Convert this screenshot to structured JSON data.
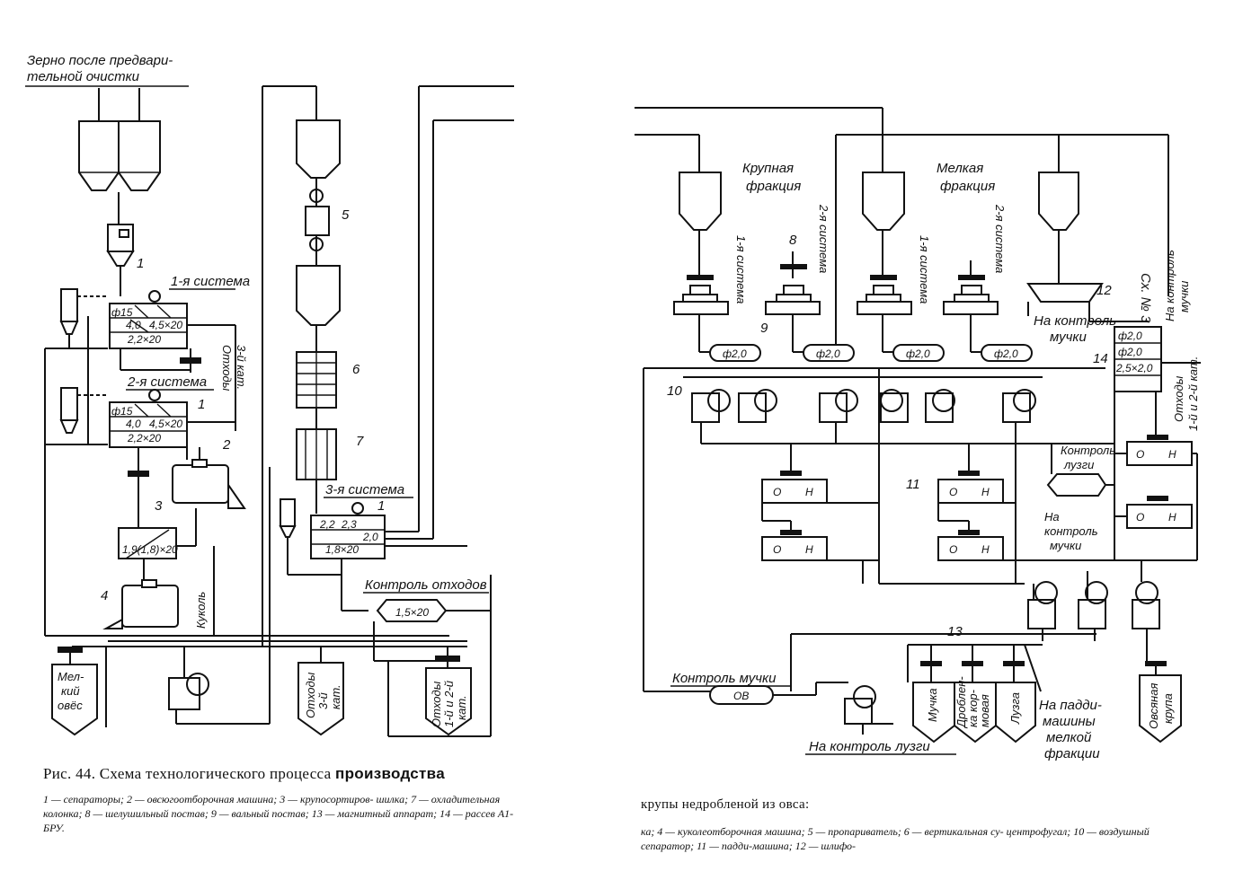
{
  "left_scheme": {
    "grain_input": [
      "Зерно после предвари-",
      "тельной очистки"
    ],
    "system1": "1-я система",
    "system2": "2-я система",
    "system3": "3-я система",
    "sep1_sieves": [
      "ф15",
      "4,0",
      "4,5×20",
      "2,2×20"
    ],
    "sep2_sieves": [
      "ф15",
      "4,0",
      "4,5×20",
      "2,2×20"
    ],
    "sep3_sieves": [
      "2,2",
      "2,3",
      "2,0",
      "1,8×20"
    ],
    "sorter_sieves": "1,9(1,8)×20",
    "waste3_label": [
      "Отходы",
      "3-й кат."
    ],
    "kukol": "Куколь",
    "control_waste": "Контроль отходов",
    "control_waste_sieve": "1,5×20",
    "bin_small_oats": [
      "Мел-",
      "кий",
      "овёс"
    ],
    "bin_waste3": [
      "Отходы",
      "3-й",
      "кат."
    ],
    "bin_waste12": [
      "Отходы",
      "1-й и 2-й",
      "кат."
    ],
    "numbers": [
      "1",
      "1",
      "2",
      "3",
      "4",
      "5",
      "6",
      "7",
      "1"
    ]
  },
  "right_scheme": {
    "coarse_fraction": [
      "Крупная",
      "фракция"
    ],
    "fine_fraction": [
      "Мелкая",
      "фракция"
    ],
    "system1": "1-я система",
    "system2": "2-я система",
    "sieve": "ф2,0",
    "to_control_dust": [
      "На контроль",
      "мучки"
    ],
    "scheme_no": "Сх. № 3",
    "sifter_sieves": [
      "ф2,0",
      "ф2,0",
      "2,5×2,0"
    ],
    "to_control_dust_right": [
      "На контроль",
      "мучки"
    ],
    "waste12_right": [
      "Отходы",
      "1-й и 2-й кат."
    ],
    "control_husk": [
      "Контроль",
      "лузги"
    ],
    "to_control_dust_mid": [
      "На",
      "контроль",
      "мучки"
    ],
    "paddy_O": "О",
    "paddy_H": "Н",
    "control_dust": "Контроль мучки",
    "ov": "ОВ",
    "to_control_husk": "На контроль лузги",
    "bin_dust": "Мучка",
    "bin_crushed": [
      "Дроблен-",
      "ка кор-",
      "мовая"
    ],
    "bin_husk": "Лузга",
    "to_paddy": [
      "На падди-",
      "машины",
      "мелкой",
      "фракции"
    ],
    "bin_groats": [
      "Овсяная",
      "крупа"
    ],
    "numbers": [
      "8",
      "9",
      "10",
      "11",
      "12",
      "13",
      "14"
    ]
  },
  "caption": {
    "title_prefix": "Рис. 44. Схема технологического процесса",
    "title_bold": "производства",
    "legend_left": "1 — сепараторы; 2 — овсюгоотборочная машина; 3 — крупосортиров- шилка; 7 — охладительная колонка; 8 — шелушильный постав; 9 — вальный постав; 13 — магнитный аппарат; 14 — рассев А1-БРУ.",
    "title_right": "крупы недробленой из овса:",
    "legend_right": "ка; 4 — куколеотборочная машина; 5 — пропариватель; 6 — вертикальная су- центрофугал; 10 — воздушный сепаратор; 11 — падди-машина; 12 — шлифо-"
  }
}
